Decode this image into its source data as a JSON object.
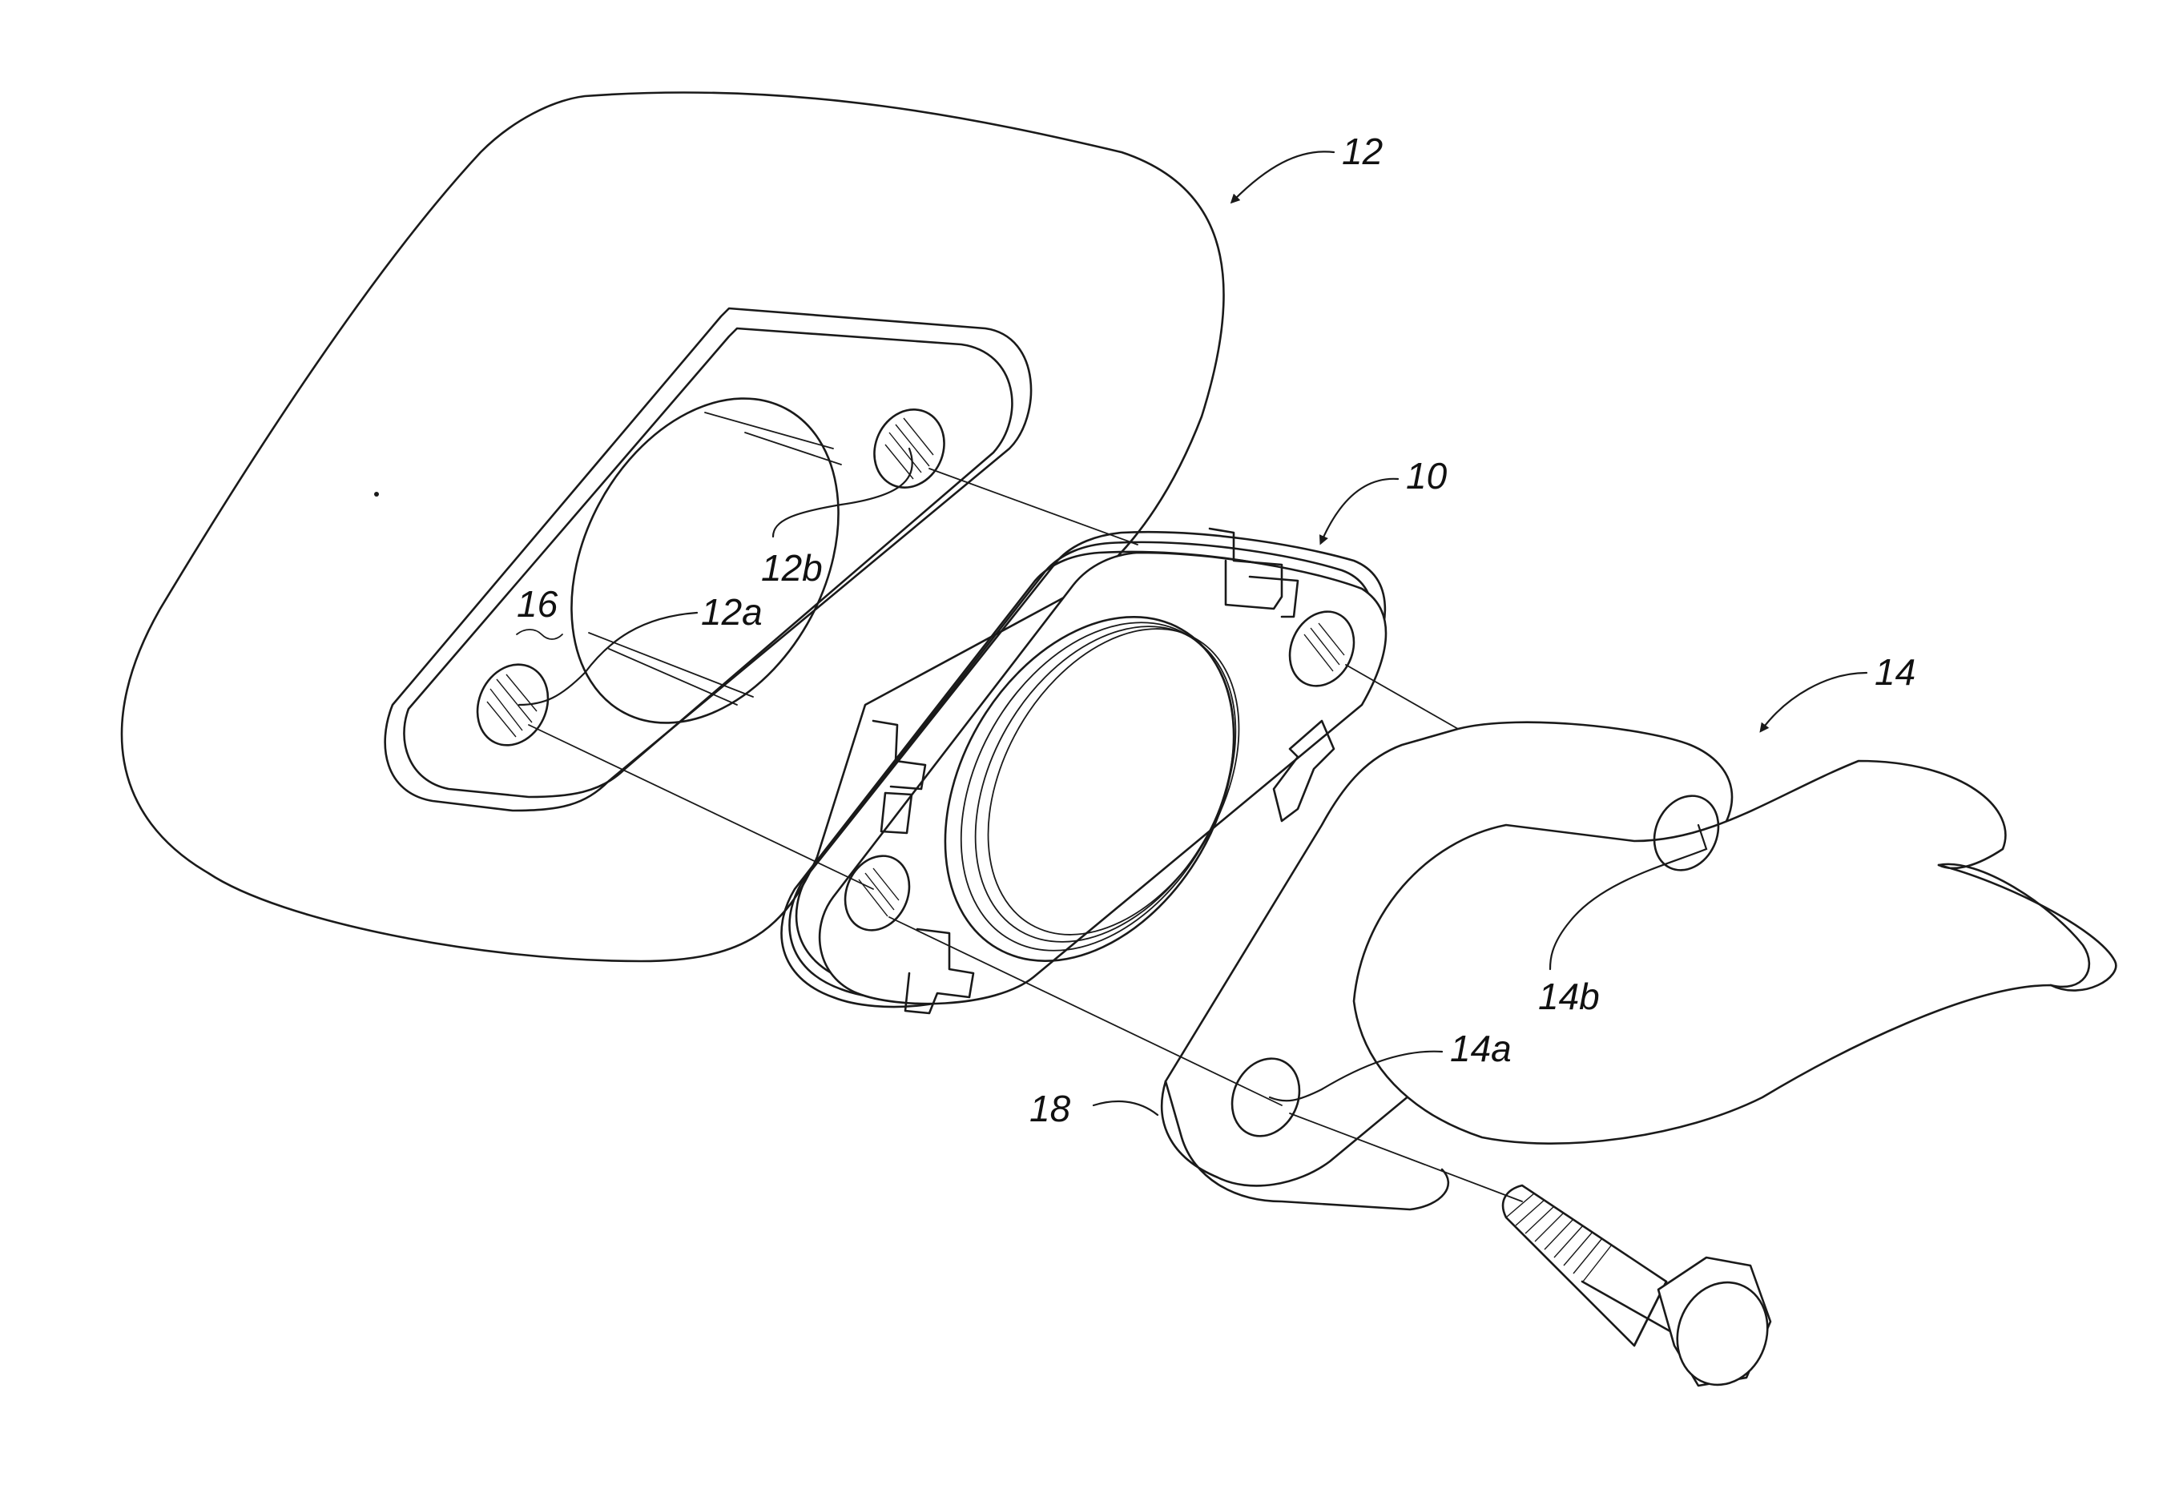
{
  "figure": {
    "labels": {
      "ref_12": "12",
      "ref_12a": "12a",
      "ref_12b": "12b",
      "ref_10": "10",
      "ref_14": "14",
      "ref_14a": "14a",
      "ref_14b": "14b",
      "ref_16": "16",
      "ref_18": "18"
    }
  }
}
